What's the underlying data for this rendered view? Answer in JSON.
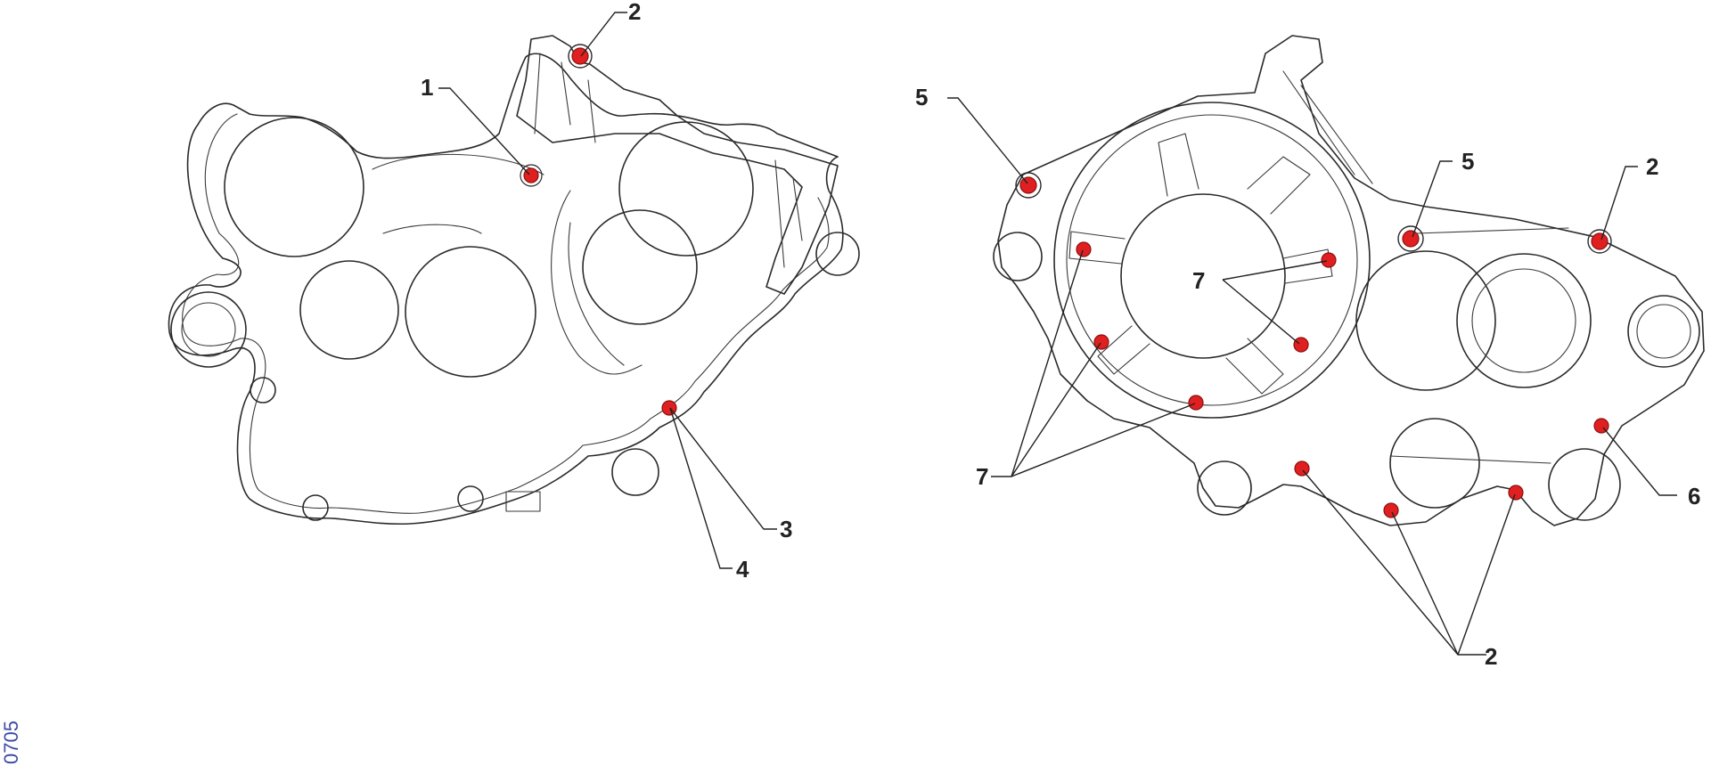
{
  "colors": {
    "marker": "#e02020",
    "line": "#2a2a2a",
    "reference_code": "#3b4aa8"
  },
  "reference_code": "0705",
  "left_view": {
    "callouts": [
      {
        "number": "1"
      },
      {
        "number": "2"
      },
      {
        "number": "3"
      },
      {
        "number": "4"
      }
    ]
  },
  "right_view": {
    "callouts": [
      {
        "number": "5"
      },
      {
        "number": "5"
      },
      {
        "number": "2"
      },
      {
        "number": "7"
      },
      {
        "number": "7"
      },
      {
        "number": "6"
      },
      {
        "number": "2"
      }
    ]
  }
}
